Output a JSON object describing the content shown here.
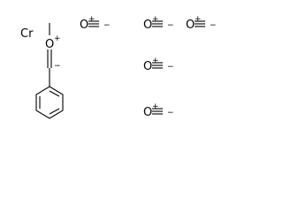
{
  "molecule": {
    "metal": {
      "symbol": "Cr"
    },
    "carbene_oxygen": {
      "symbol": "O",
      "charge": "+"
    },
    "carbene_carbon": {
      "charge": "−"
    },
    "carbonyls": [
      {
        "oxygen": "O",
        "o_charge": "+",
        "c_charge": "−"
      },
      {
        "oxygen": "O",
        "o_charge": "+",
        "c_charge": "−"
      },
      {
        "oxygen": "O",
        "o_charge": "+",
        "c_charge": "−"
      },
      {
        "oxygen": "O",
        "o_charge": "+",
        "c_charge": "−"
      },
      {
        "oxygen": "O",
        "o_charge": "+",
        "c_charge": "−"
      }
    ]
  },
  "colors": {
    "ink": "#000000",
    "background": "#ffffff"
  }
}
